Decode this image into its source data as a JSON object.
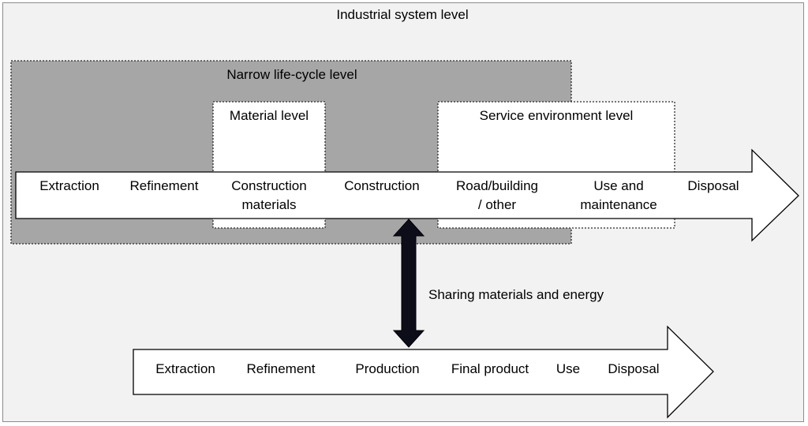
{
  "colors": {
    "outer_bg": "#f2f2f2",
    "narrow_bg": "#a6a6a6",
    "box_fill": "#ffffff",
    "arrow_fill": "#ffffff",
    "double_arrow": "#0d0d1a"
  },
  "levels": {
    "industrial": "Industrial system level",
    "narrow": "Narrow life-cycle level",
    "material": "Material level",
    "service": "Service environment level"
  },
  "upper_flow": {
    "stages": [
      "Extraction",
      "Refinement",
      "Construction\nmaterials",
      "Construction",
      "Road/building\n/ other",
      "Use and\nmaintenance",
      "Disposal"
    ]
  },
  "lower_flow": {
    "stages": [
      "Extraction",
      "Refinement",
      "Production",
      "Final product",
      "Use",
      "Disposal"
    ]
  },
  "link": {
    "label": "Sharing materials and energy",
    "icon": "double-headed-arrow-icon"
  }
}
